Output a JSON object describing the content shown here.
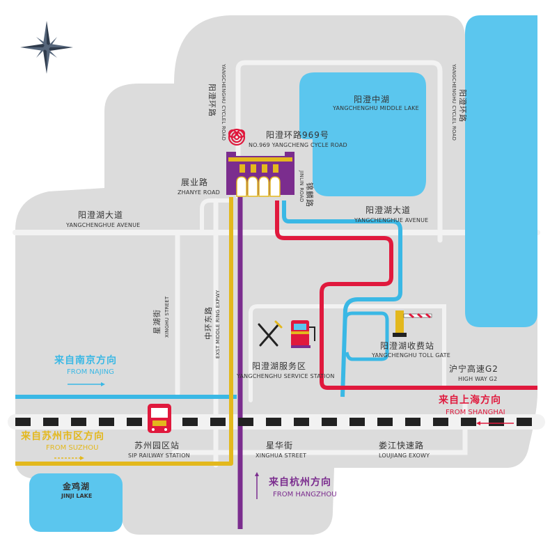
{
  "colors": {
    "background": "#ffffff",
    "land": "#dcdcdc",
    "road": "#f2f2f2",
    "water": "#5bc6ee",
    "purple": "#7b2d8e",
    "yellow": "#e3b81d",
    "red": "#e0193d",
    "blue": "#3ab8e5",
    "label": "#333333",
    "logo": "#e0193d"
  },
  "icons": {
    "compass": "compass-rose-icon",
    "landmark": "yangcheng-gate-icon",
    "logo": "spiral-logo-icon",
    "service": "fork-knife-icon",
    "fuel": "fuel-pump-icon",
    "toll": "toll-barrier-icon",
    "train": "train-icon"
  },
  "labels": {
    "yangchenghuan_road_west_zh": "阳澄环路",
    "yangchenghuan_road_west_en": "YANGCHENGHU CYCLEL ROAD",
    "yangchenghuan_road_east_zh": "阳澄环路",
    "yangchenghuan_road_east_en": "YANGCHENGHU CYCLEL ROAD",
    "middle_lake_zh": "阳澄中湖",
    "middle_lake_en": "YANGCHENGHU MIDDLE LAKE",
    "address_zh": "阳澄环路969号",
    "address_en": "NO.969 YANGCHENG CYCLE ROAD",
    "zhanye_zh": "展业路",
    "zhanye_en": "ZHANYE ROAD",
    "jinlin_zh": "锦麟路",
    "jinlin_en": "JINLIN ROAD",
    "avenue_west_zh": "阳澄湖大道",
    "avenue_west_en": "YANGCHENGHUE AVENUE",
    "avenue_east_zh": "阳澄湖大道",
    "avenue_east_en": "YANGCHENGHUE AVENUE",
    "xinghu_zh": "星湖街",
    "xinghu_en": "XINGHU STREET",
    "middle_ring_zh": "中环东路",
    "middle_ring_en": "EXST MIDDLE RING EXPWY",
    "service_zh": "阳澄湖服务区",
    "service_en": "YANGCHENGHU SERVICE STATION",
    "toll_zh": "阳澄湖收费站",
    "toll_en": "YANGCHENGHU TOLL GATE",
    "g2_zh": "沪宁高速G2",
    "g2_en": "HIGH WAY G2",
    "from_nanjing_zh": "来自南京方向",
    "from_nanjing_en": "FROM NAJING",
    "from_shanghai_zh": "来自上海方向",
    "from_shanghai_en": "FROM SHANGHAI",
    "from_suzhou_zh": "来自苏州市区方向",
    "from_suzhou_en": "FROM SUZHOU",
    "sip_zh": "苏州园区站",
    "sip_en": "SIP RAILWAY STATION",
    "xinghua_zh": "星华街",
    "xinghua_en": "XINGHUA STREET",
    "loujiang_zh": "娄江快速路",
    "loujiang_en": "LOUJIANG EXOWY",
    "from_hangzhou_zh": "来自杭州方向",
    "from_hangzhou_en": "FROM HANGZHOU",
    "jinji_zh": "金鸡湖",
    "jinji_en": "JINJI LAKE"
  }
}
